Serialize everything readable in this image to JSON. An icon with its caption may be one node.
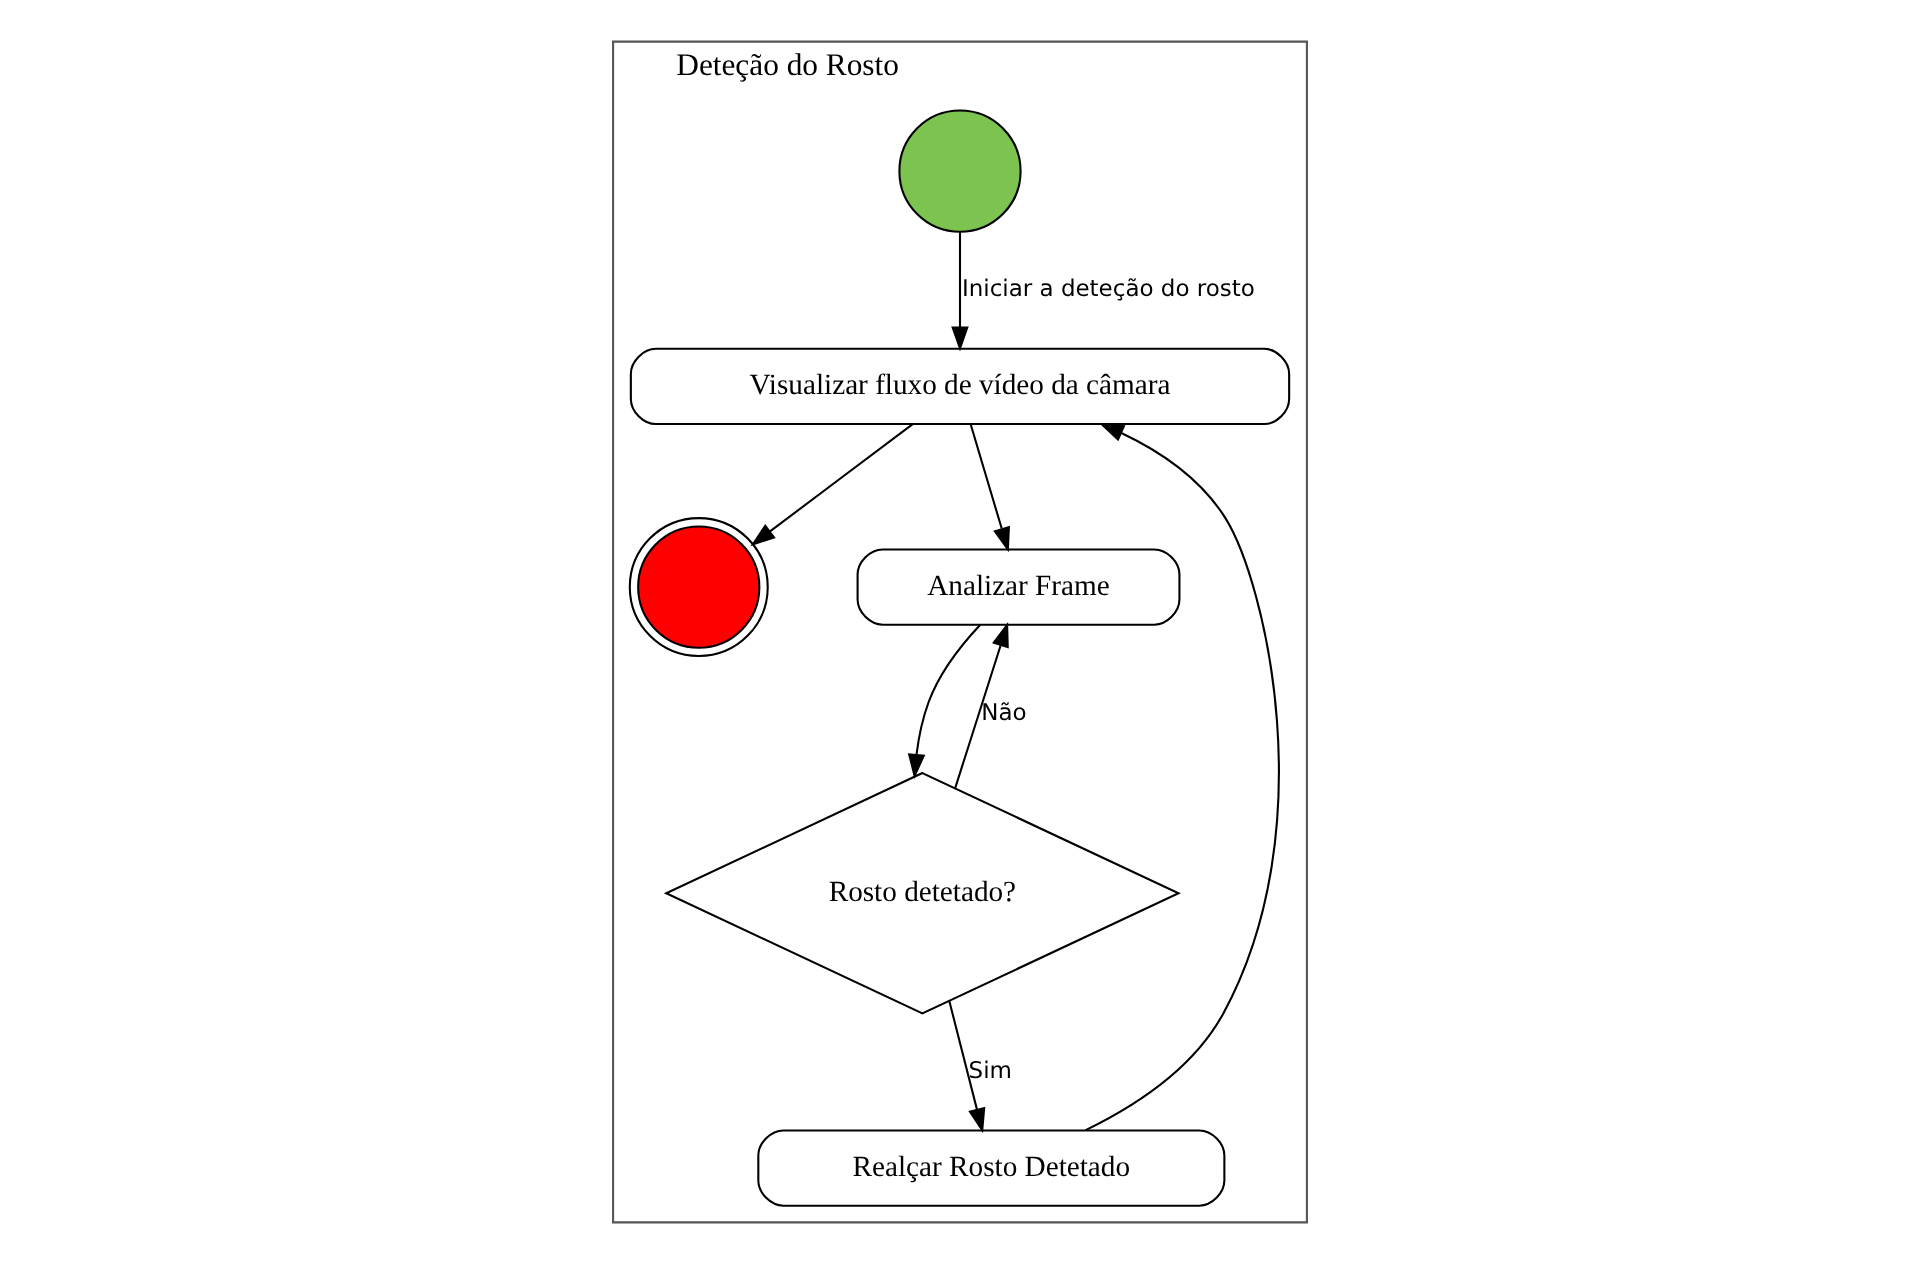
{
  "diagram": {
    "nodes": [
      {
        "text": [
          "Deteção do Rosto"
        ]
      },
      {
        "text": [],
        "shape": "circle",
        "in": 0
      },
      {
        "text": [],
        "shape": "circle",
        "in": 0
      },
      {
        "text": [
          "Visualizar fluxo de vídeo da câmara"
        ],
        "in": 0
      },
      {
        "text": [
          "Analizar Frame"
        ],
        "in": 0
      },
      {
        "text": [
          "Rosto detetado?"
        ],
        "in": 0
      },
      {
        "text": [
          "Realçar Rosto Detetado"
        ],
        "in": 0
      }
    ],
    "edges": [
      {
        "from": 1,
        "to": 3,
        "arrow": "to",
        "label": "Iniciar a deteção do rosto"
      },
      {
        "from": 3,
        "to": 2,
        "arrow": "to"
      },
      {
        "from": 3,
        "to": 4,
        "arrow": "to"
      },
      {
        "from": 4,
        "to": 5,
        "arrow": "to"
      },
      {
        "from": 5,
        "to": 4,
        "arrow": "to",
        "label": "Não"
      },
      {
        "from": 5,
        "to": 6,
        "arrow": "to",
        "label": "Sim"
      },
      {
        "from": 6,
        "to": 3,
        "arrow": "to"
      }
    ]
  }
}
